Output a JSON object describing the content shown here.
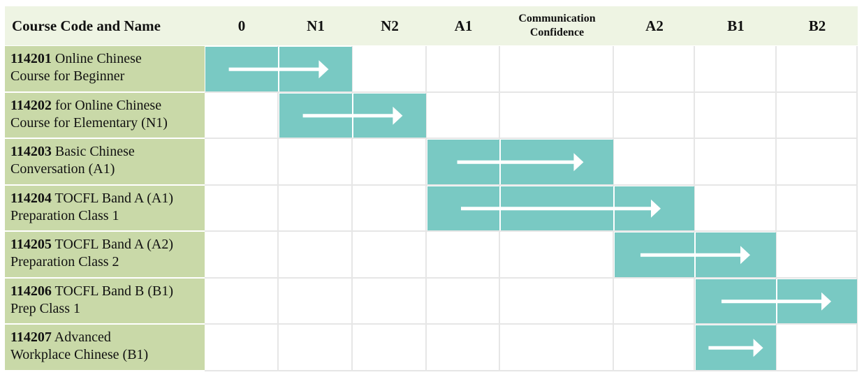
{
  "header": {
    "first": "Course Code and Name",
    "levels": [
      "0",
      "N1",
      "N2",
      "A1",
      "Communication Confidence",
      "A2",
      "B1",
      "B2"
    ]
  },
  "courses": [
    {
      "code": "114201",
      "name_line1": "Online Chinese",
      "name_line2": "Course for Beginner",
      "from": 0,
      "to": 1
    },
    {
      "code": "114202",
      "name_line1": "for Online Chinese",
      "name_line2": "Course for Elementary (N1)",
      "from": 1,
      "to": 2
    },
    {
      "code": "114203",
      "name_line1": " Basic Chinese",
      "name_line2": "Conversation  (A1)",
      "from": 3,
      "to": 4
    },
    {
      "code": "114204",
      "name_line1": "TOCFL Band A (A1)",
      "name_line2": "Preparation Class 1",
      "from": 3,
      "to": 5
    },
    {
      "code": "114205",
      "name_line1": "TOCFL Band A (A2)",
      "name_line2": "Preparation Class 2",
      "from": 5,
      "to": 6
    },
    {
      "code": "114206",
      "name_line1": "TOCFL Band B (B1)",
      "name_line2": "Prep Class 1",
      "from": 6,
      "to": 7
    },
    {
      "code": "114207",
      "name_line1": "Advanced",
      "name_line2": "Workplace Chinese (B1)",
      "from": 6,
      "to": 6
    }
  ],
  "colors": {
    "bar": "#79c9c3",
    "label_bg": "#c9d9a8",
    "header_bg": "#eef4e3",
    "arrow": "#ffffff"
  }
}
